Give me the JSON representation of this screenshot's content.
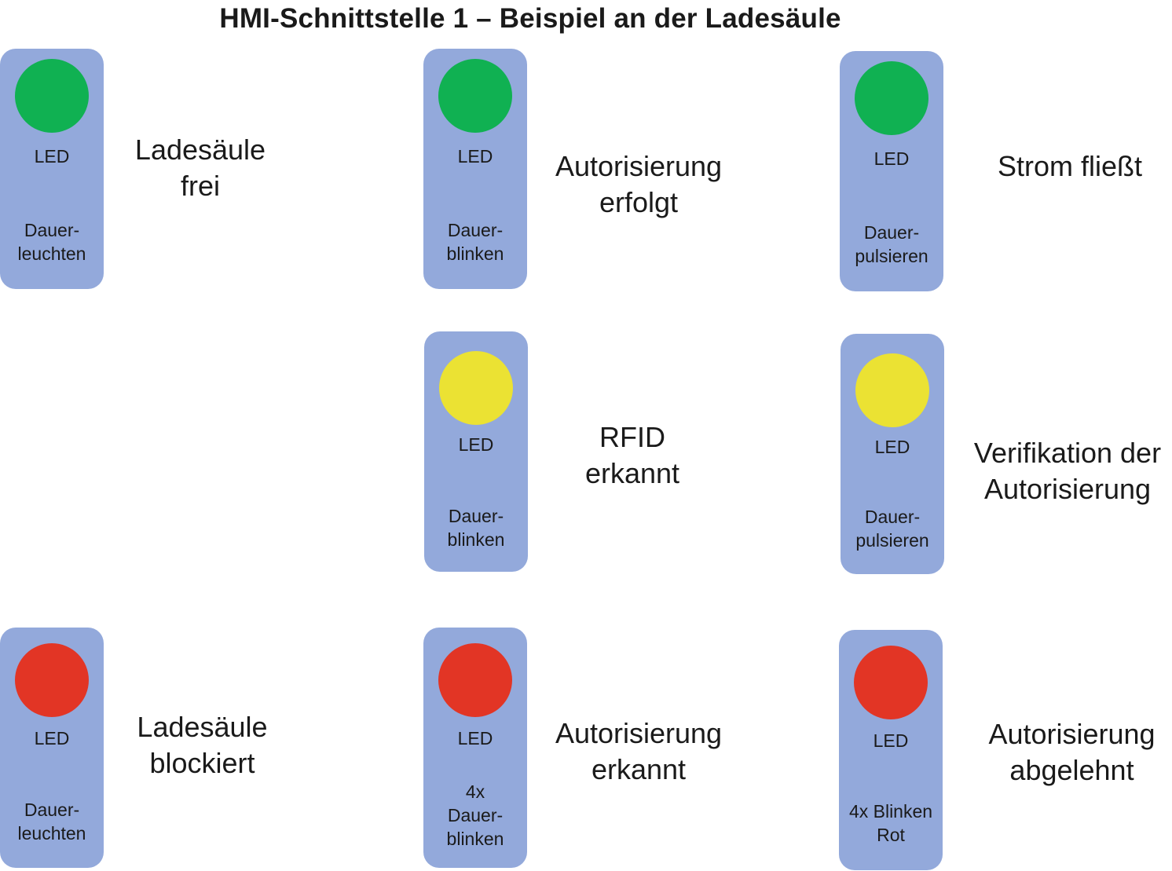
{
  "title": "HMI-Schnittstelle 1 – Beispiel an der Ladesäule",
  "led_label": "LED",
  "colors": {
    "panel": "#93a9db",
    "green": "#10b152",
    "yellow": "#ebe233",
    "red": "#e23525"
  },
  "states": [
    {
      "led_color": "green",
      "mode": [
        "Dauer-",
        "leuchten"
      ],
      "description": [
        "Ladesäule",
        "frei"
      ]
    },
    {
      "led_color": "green",
      "mode": [
        "Dauer-",
        "blinken"
      ],
      "description": [
        "Autorisierung",
        "erfolgt"
      ]
    },
    {
      "led_color": "green",
      "mode": [
        "Dauer-",
        "pulsieren"
      ],
      "description": [
        "Strom fließt"
      ]
    },
    {
      "led_color": "yellow",
      "mode": [
        "Dauer-",
        "blinken"
      ],
      "description": [
        "RFID",
        "erkannt"
      ]
    },
    {
      "led_color": "yellow",
      "mode": [
        "Dauer-",
        "pulsieren"
      ],
      "description": [
        "Verifikation der",
        "Autorisierung"
      ]
    },
    {
      "led_color": "red",
      "mode": [
        "Dauer-",
        "leuchten"
      ],
      "description": [
        "Ladesäule",
        "blockiert"
      ]
    },
    {
      "led_color": "red",
      "mode": [
        "4x",
        "Dauer-",
        "blinken"
      ],
      "description": [
        "Autorisierung",
        "erkannt"
      ]
    },
    {
      "led_color": "red",
      "mode": [
        "4x Blinken",
        "Rot"
      ],
      "description": [
        "Autorisierung",
        "abgelehnt"
      ]
    }
  ]
}
